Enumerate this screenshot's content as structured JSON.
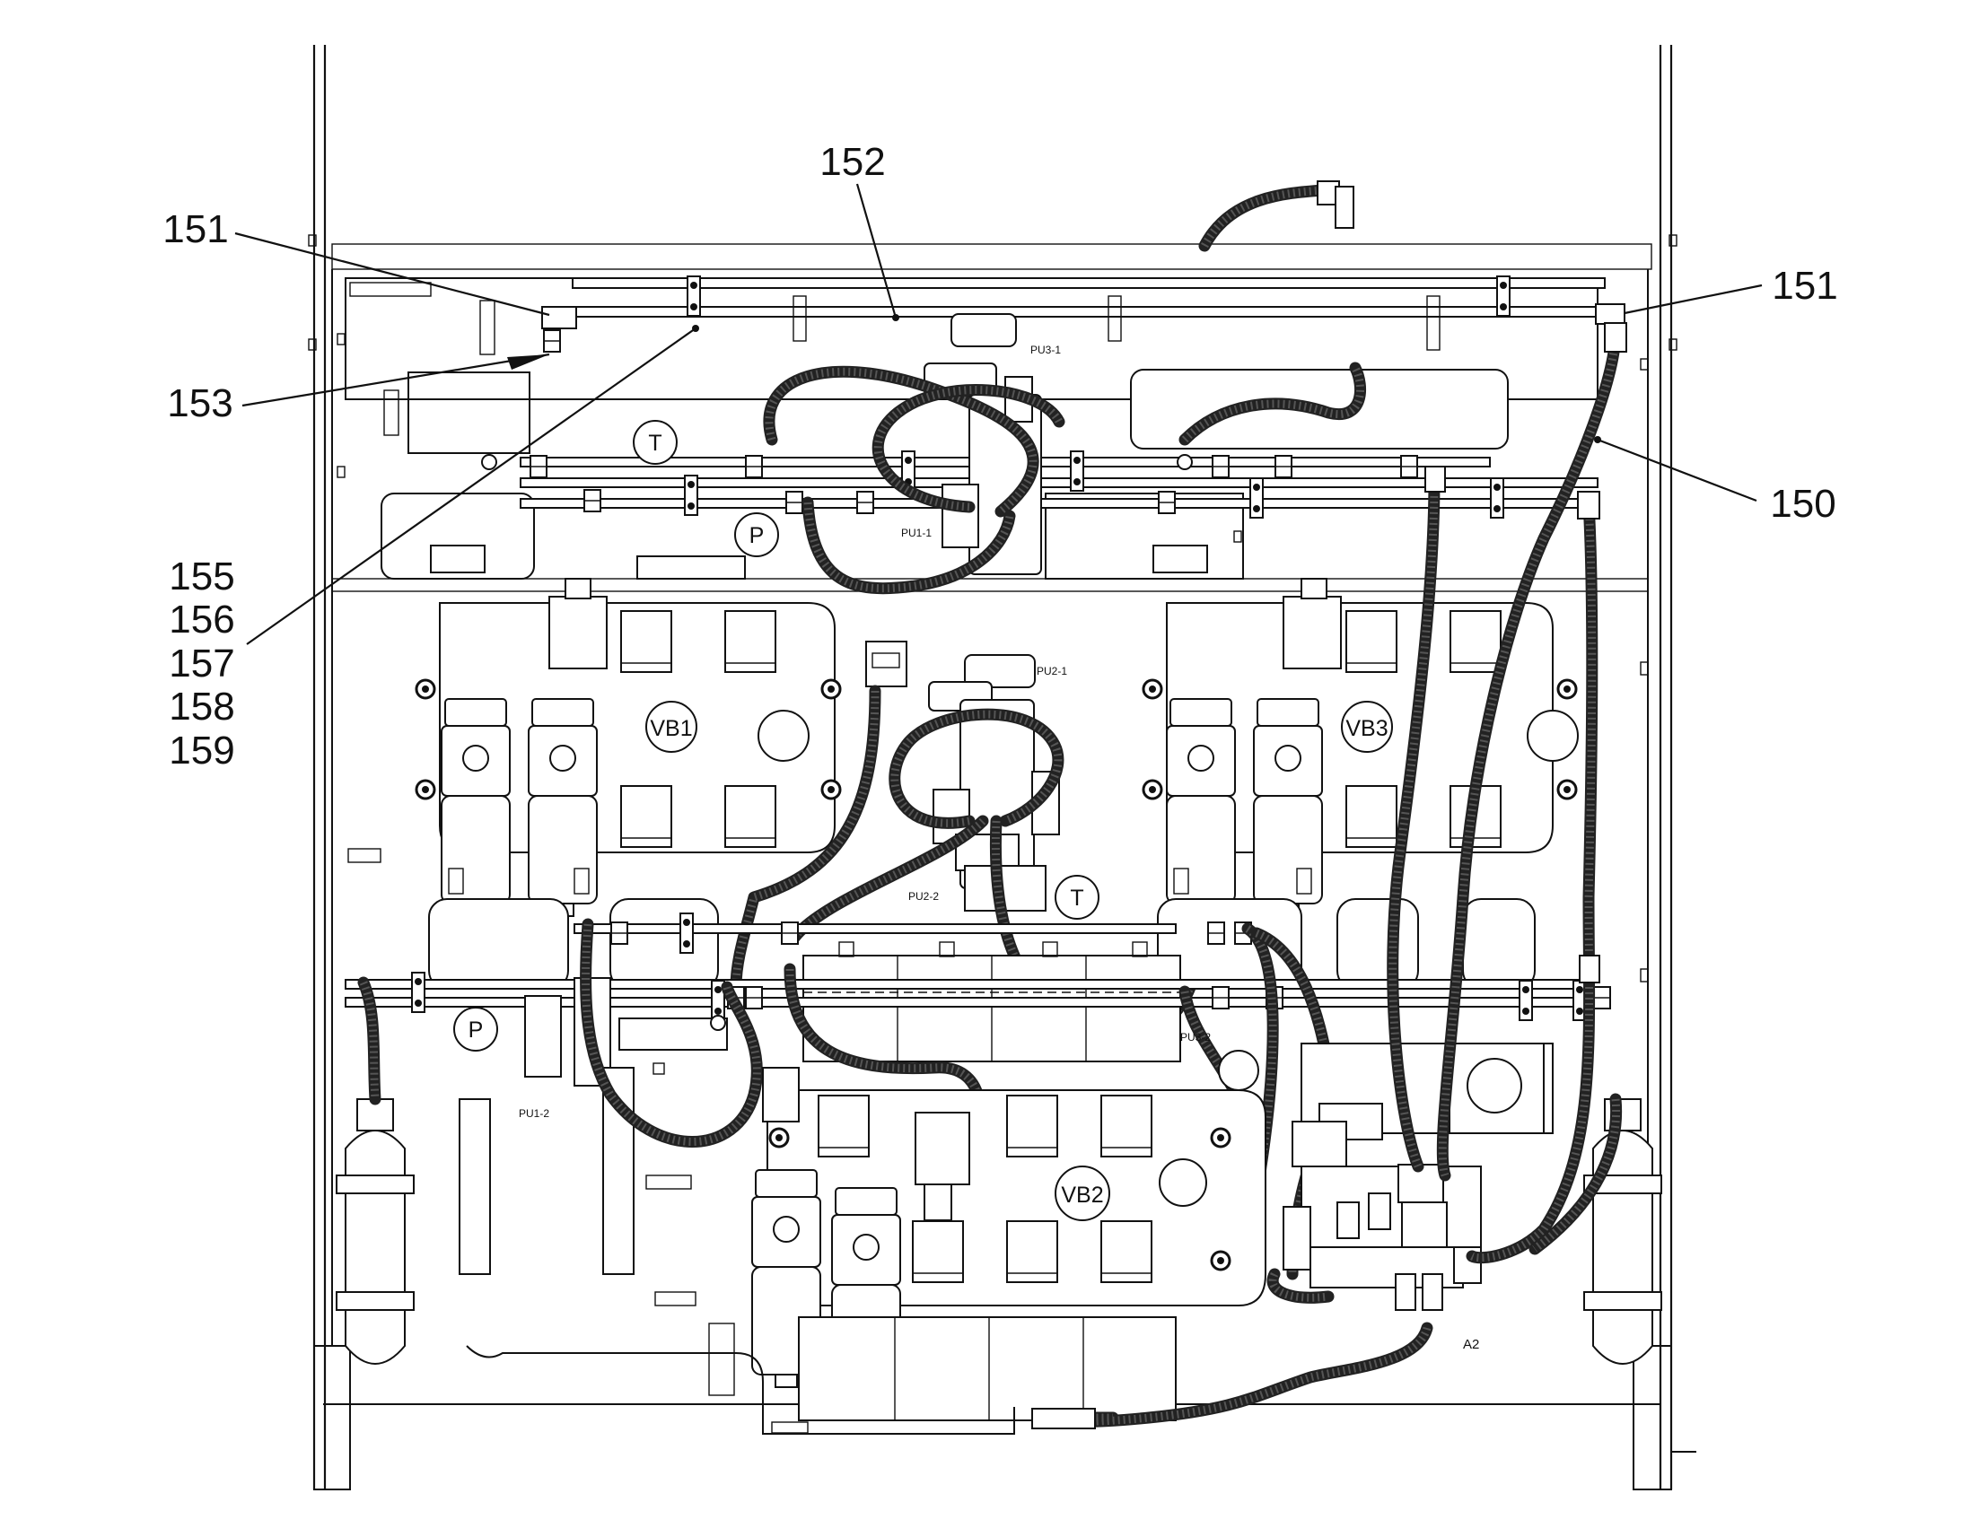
{
  "callouts": {
    "c150": "150",
    "c151_left": "151",
    "c151_right": "151",
    "c152": "152",
    "c153": "153",
    "c155": "155",
    "c156": "156",
    "c157": "157",
    "c158": "158",
    "c159": "159"
  },
  "valve_blocks": {
    "vb1": "VB1",
    "vb2": "VB2",
    "vb3": "VB3"
  },
  "ports": {
    "t_top": "T",
    "p_top": "P",
    "t_mid": "T",
    "p_left": "P"
  },
  "unit_labels": {
    "pu3_1": "PU3-1",
    "pu1_1": "PU1-1",
    "pu2_1": "PU2-1",
    "pu2_2": "PU2-2",
    "pu3_2": "PU3-2",
    "pu1_2": "PU1-2",
    "a2": "A2"
  }
}
